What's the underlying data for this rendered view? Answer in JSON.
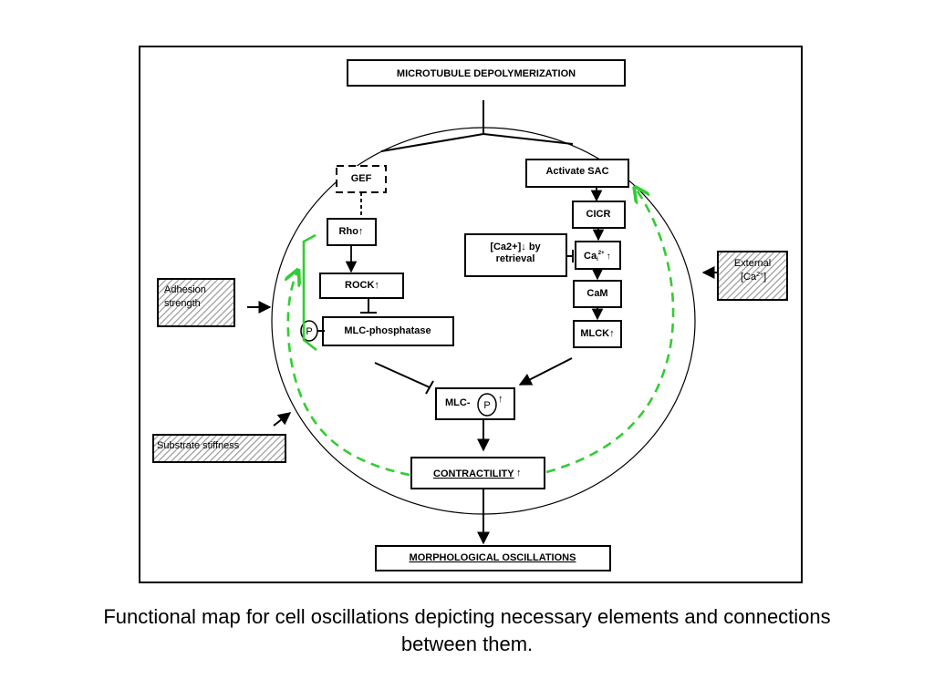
{
  "nodes": {
    "microtubule": "MICROTUBULE DEPOLYMERIZATION",
    "gef": "GEF",
    "rho": "Rho↑",
    "rock": "ROCK↑",
    "mlc_phosphatase": "MLC-phosphatase",
    "phospho_label": "P",
    "activate_sac": "Activate SAC",
    "cicr": "CICR",
    "ca_retrieval_line1": "[Ca2+]↓ by",
    "ca_retrieval_line2": "retrieval",
    "cai": "Ca",
    "cai_sub": "i",
    "cai_sup": "2+",
    "cai_arrow": "↑",
    "cam": "CaM",
    "mlck": "MLCK↑",
    "mlcp_prefix": "MLC-",
    "mlcp_p": "P",
    "mlcp_arrow": "↑",
    "contractility": "CONTRACTILITY",
    "contractility_arrow": "↑",
    "morphological": "MORPHOLOGICAL OSCILLATIONS",
    "adhesion_line1": "Adhesion",
    "adhesion_line2": "strength",
    "substrate": "Substrate stiffness",
    "external_line1": "External",
    "external_line2": "[Ca",
    "external_sup": "2+",
    "external_close": "]"
  },
  "caption_line1": "Functional map for cell oscillations depicting necessary elements and connections",
  "caption_line2": "between them.",
  "colors": {
    "feedback": "#33cc33",
    "hatch": "#999999",
    "stroke": "#000000"
  }
}
